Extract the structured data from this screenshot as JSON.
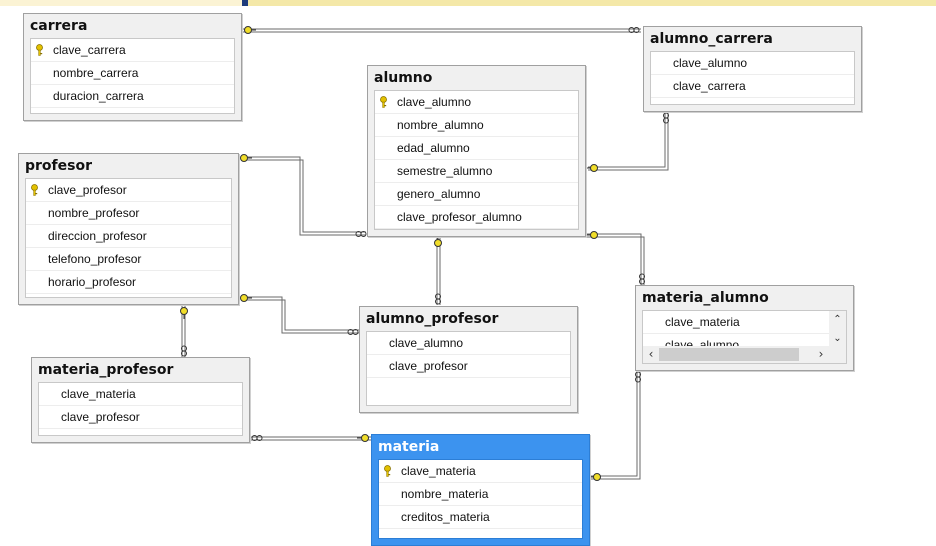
{
  "colors": {
    "selected_table": "#3c93ef",
    "key_icon": "#e3c100",
    "relationship_line": "#666666",
    "endpoint": "#e8d200"
  },
  "tables": {
    "carrera": {
      "title": "carrera",
      "columns": [
        "clave_carrera",
        "nombre_carrera",
        "duracion_carrera"
      ],
      "primary_key": "clave_carrera"
    },
    "alumno_carrera": {
      "title": "alumno_carrera",
      "columns": [
        "clave_alumno",
        "clave_carrera"
      ]
    },
    "alumno": {
      "title": "alumno",
      "columns": [
        "clave_alumno",
        "nombre_alumno",
        "edad_alumno",
        "semestre_alumno",
        "genero_alumno",
        "clave_profesor_alumno"
      ],
      "primary_key": "clave_alumno"
    },
    "profesor": {
      "title": "profesor",
      "columns": [
        "clave_profesor",
        "nombre_profesor",
        "direccion_profesor",
        "telefono_profesor",
        "horario_profesor"
      ],
      "primary_key": "clave_profesor"
    },
    "alumno_profesor": {
      "title": "alumno_profesor",
      "columns": [
        "clave_alumno",
        "clave_profesor"
      ]
    },
    "materia_alumno": {
      "title": "materia_alumno",
      "columns": [
        "clave_materia",
        "clave_alumno"
      ]
    },
    "materia_profesor": {
      "title": "materia_profesor",
      "columns": [
        "clave_materia",
        "clave_profesor"
      ]
    },
    "materia": {
      "title": "materia",
      "columns": [
        "clave_materia",
        "nombre_materia",
        "creditos_materia"
      ],
      "primary_key": "clave_materia",
      "selected": true
    }
  },
  "relationships": [
    {
      "from": "alumno_carrera",
      "to": "carrera"
    },
    {
      "from": "alumno_carrera",
      "to": "alumno"
    },
    {
      "from": "alumno",
      "to": "profesor"
    },
    {
      "from": "alumno_profesor",
      "to": "alumno"
    },
    {
      "from": "alumno_profesor",
      "to": "profesor"
    },
    {
      "from": "materia_alumno",
      "to": "alumno"
    },
    {
      "from": "materia_alumno",
      "to": "materia"
    },
    {
      "from": "materia_profesor",
      "to": "profesor"
    },
    {
      "from": "materia_profesor",
      "to": "materia"
    }
  ]
}
